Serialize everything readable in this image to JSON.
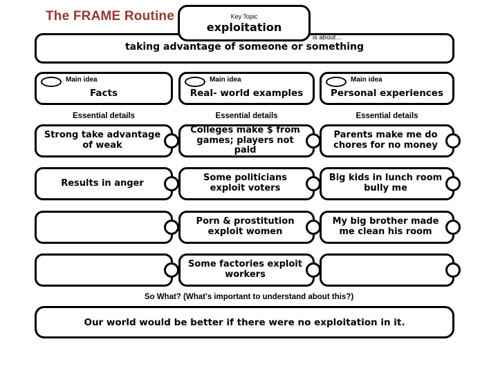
{
  "title": "The FRAME Routine",
  "key_topic": {
    "label": "Key Topic",
    "value": "exploitation"
  },
  "is_about": "is about…",
  "topic_statement": "taking advantage of someone or something",
  "columns": [
    {
      "main_idea_label": "Main idea",
      "main_idea": "Facts",
      "essential_details_label": "Essential details",
      "details": [
        "Strong take advantage of weak",
        "Results in anger",
        "",
        ""
      ]
    },
    {
      "main_idea_label": "Main idea",
      "main_idea": "Real- world examples",
      "essential_details_label": "Essential details",
      "details": [
        "Colleges make $ from games; players not paid",
        "Some politicians exploit voters",
        "Porn & prostitution exploit women",
        "Some factories exploit workers"
      ]
    },
    {
      "main_idea_label": "Main idea",
      "main_idea": "Personal experiences",
      "essential_details_label": "Essential details",
      "details": [
        "Parents make me do chores for no money",
        "Big kids in lunch room bully me",
        "My big brother made me clean his room",
        ""
      ]
    }
  ],
  "so_what_label": "So What? (What's important to understand about this?)",
  "summary_statement": "Our world would be better if there were no exploitation in it.",
  "colors": {
    "title": "#963634",
    "ink": "#000000",
    "background": "#ffffff"
  }
}
